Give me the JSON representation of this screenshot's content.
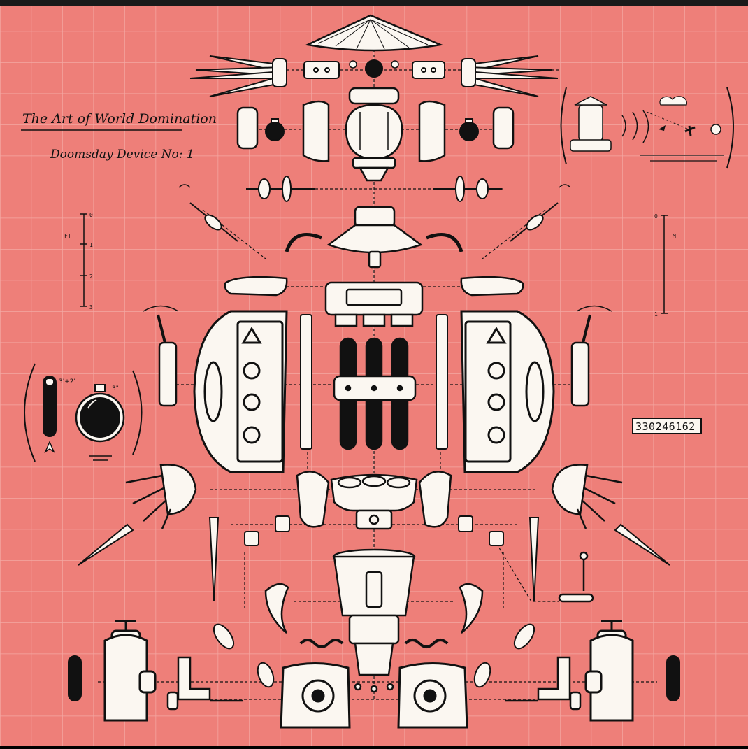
{
  "title": "The Art of World Domination",
  "subtitle": "Doomsday Device No: 1",
  "serial_number": "330246162",
  "scale_ft": {
    "unit": "FT",
    "ticks": [
      "0",
      "1",
      "2",
      "3"
    ]
  },
  "scale_m": {
    "unit": "M",
    "ticks": [
      "0",
      "1"
    ]
  },
  "tube_note": "3'+2'",
  "sphere_note": "3\"",
  "colors": {
    "background": "#ee7f79",
    "grid": "#f4a8a3",
    "ink": "#0d0d0d",
    "part": "#fbf7f1"
  }
}
